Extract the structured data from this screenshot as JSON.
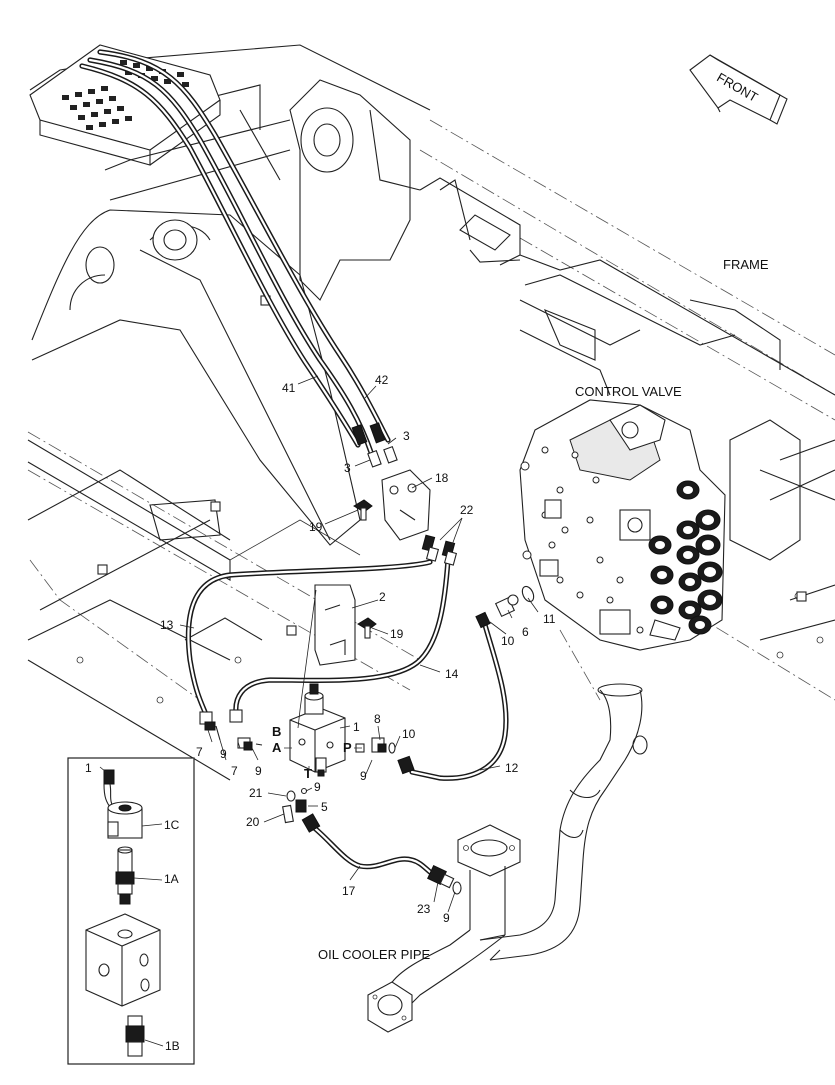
{
  "diagram": {
    "front_label": "FRONT",
    "assemblies": {
      "frame": "FRAME",
      "control_valve": "CONTROL VALVE",
      "oil_cooler_pipe": "OIL COOLER PIPE"
    },
    "callouts": {
      "c41": "41",
      "c42": "42",
      "c3a": "3",
      "c3b": "3",
      "c18": "18",
      "c19a": "19",
      "c22": "22",
      "c2": "2",
      "c19b": "19",
      "c13": "13",
      "c14": "14",
      "c11": "11",
      "c6": "6",
      "c10a": "10",
      "c1": "1",
      "c8": "8",
      "c10b": "10",
      "c7a": "7",
      "c9a": "9",
      "c7b": "7",
      "c9b": "9",
      "c9c": "9",
      "c12": "12",
      "c21": "21",
      "c9d": "9",
      "c5": "5",
      "c20": "20",
      "c17": "17",
      "c23": "23",
      "c9e": "9"
    },
    "ports": {
      "b": "B",
      "a": "A",
      "p": "P",
      "t": "T"
    },
    "inset": {
      "title": "1",
      "c1c": "1C",
      "c1a": "1A",
      "c1b": "1B"
    }
  }
}
